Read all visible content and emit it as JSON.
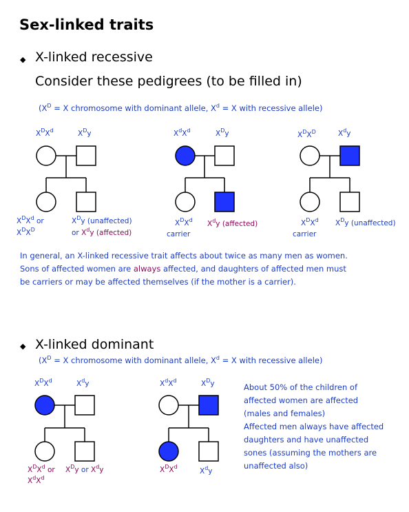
{
  "title": "Sex-linked traits",
  "bullet_glyph": "◆",
  "section1": {
    "heading": "X-linked recessive",
    "subheading": "Consider these pedigrees (to be filled in)",
    "note": "(X^D = X chromosome with dominant allele, X^d = X with recessive allele)",
    "pedigree1": {
      "mother": "X^DX^d",
      "father": "X^Dy",
      "daughter": "X^DX^d or",
      "daughter2": "X^DX^D",
      "son": "X^Dy (unaffected)",
      "son2_prefix": "or ",
      "son2_geno": "X^dy",
      "son2_suffix": " (affected)"
    },
    "pedigree2": {
      "mother": "X^dX^d",
      "father": "X^Dy",
      "daughter": "X^DX^d",
      "daughter_status": "carrier",
      "son_geno": "X^dy",
      "son_status": " (affected)"
    },
    "pedigree3": {
      "mother": "X^DX^D",
      "father": "X^dy",
      "daughter": "X^DX^d",
      "daughter_status": "carrier",
      "son": "X^Dy (unaffected)"
    },
    "summary": {
      "line1": "In general, an X-linked recessive trait affects about twice as many men as women.",
      "line2_a": "Sons of affected women are ",
      "line2_b": "always",
      "line2_c": " affected, and daughters of affected men must",
      "line3": "be carriers or may be affected themselves (if the mother is a carrier)."
    }
  },
  "section2": {
    "heading": "X-linked dominant",
    "note": "(X^D = X chromosome with dominant allele, X^d = X with recessive allele)",
    "pedigree1": {
      "mother": "X^DX^d",
      "father": "X^dy",
      "daughter": "X^DX^d or",
      "daughter2": "X^dX^d",
      "son_a": "X^Dy",
      "son_or": " or ",
      "son_b": "X^dy"
    },
    "pedigree2": {
      "mother": "X^dX^d",
      "father": "X^Dy",
      "daughter": "X^DX^d",
      "son": "X^dy"
    },
    "explanation": [
      "About 50% of the children of",
      "affected women are affected",
      "(males and females)",
      "Affected men always have affected",
      "daughters and have unaffected",
      "sones (assuming the mothers are",
      "unaffected also)"
    ]
  },
  "colors": {
    "affected_fill": "#1f35ff",
    "label_blue": "#1a3cc8",
    "label_red": "#8b0a5a"
  }
}
